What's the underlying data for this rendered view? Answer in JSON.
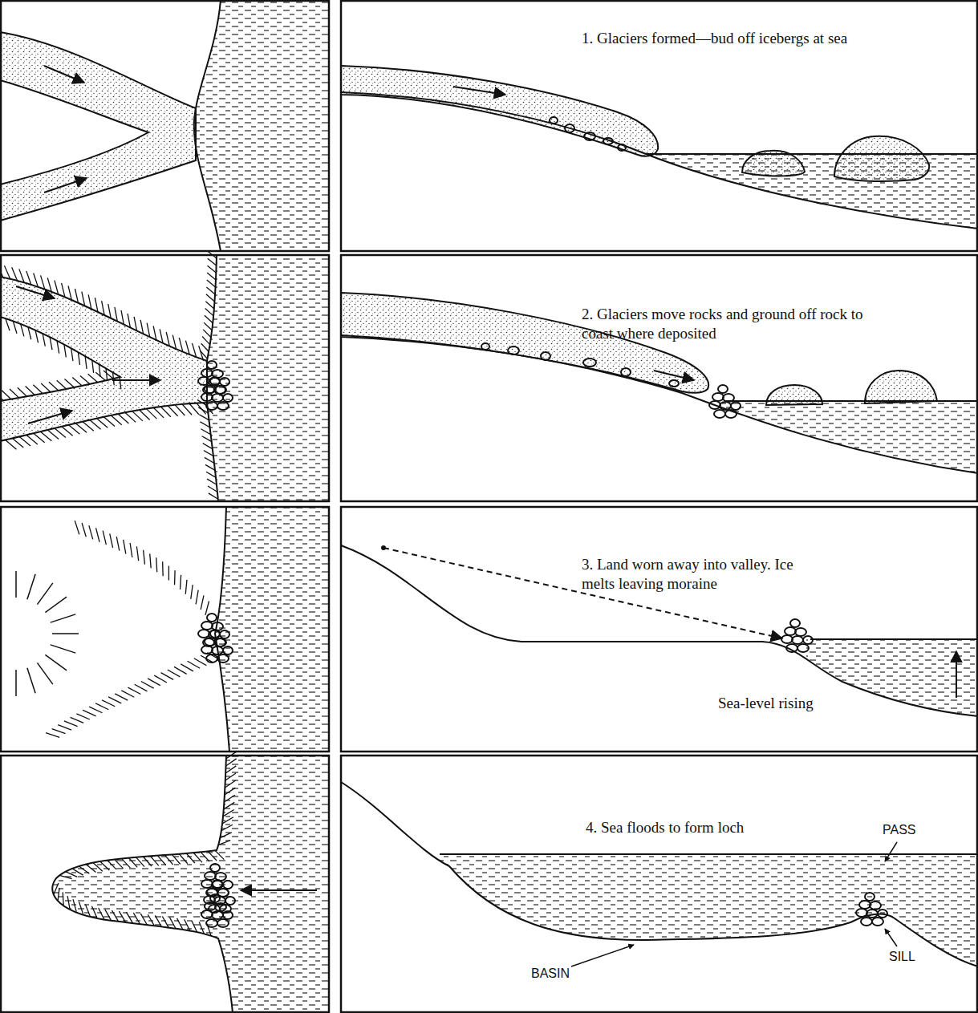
{
  "diagram": {
    "labels": [
      "1. Glaciers formed—bud off icebergs at sea",
      "2. Glaciers move rocks and ground off rock to coast where deposited",
      "3. Land worn away into valley. Ice melts leaving moraine",
      "Sea-level rising",
      "4. Sea floods to form loch",
      "PASS",
      "SILL",
      "BASIN"
    ]
  }
}
